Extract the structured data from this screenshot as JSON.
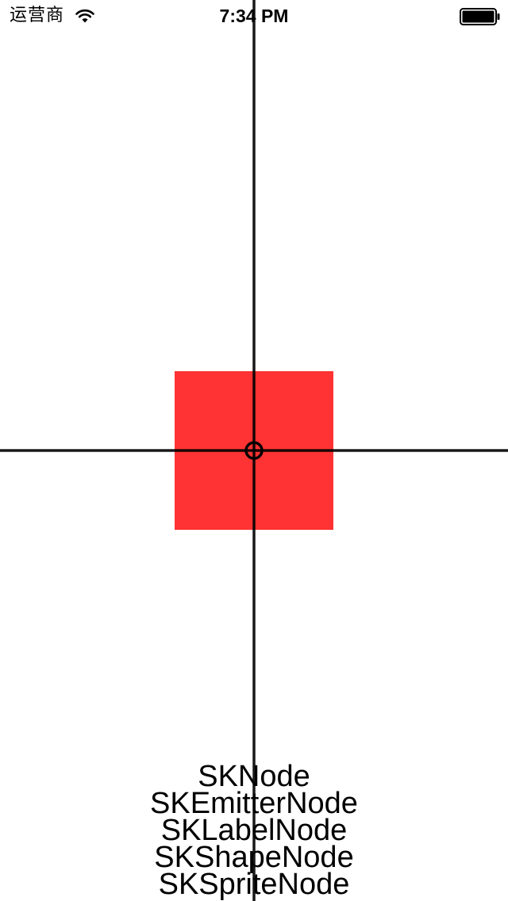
{
  "status_bar": {
    "carrier": "运营商",
    "time": "7:34 PM",
    "wifi_icon": "wifi-icon",
    "battery_icon": "battery-icon"
  },
  "scene": {
    "sprite_color": "#ff3333",
    "axis_color": "#000000",
    "anchor_marker_icon": "circle-icon"
  },
  "node_labels": [
    "SKNode",
    "SKEmitterNode",
    "SKLabelNode",
    "SKShapeNode",
    "SKSpriteNode"
  ]
}
